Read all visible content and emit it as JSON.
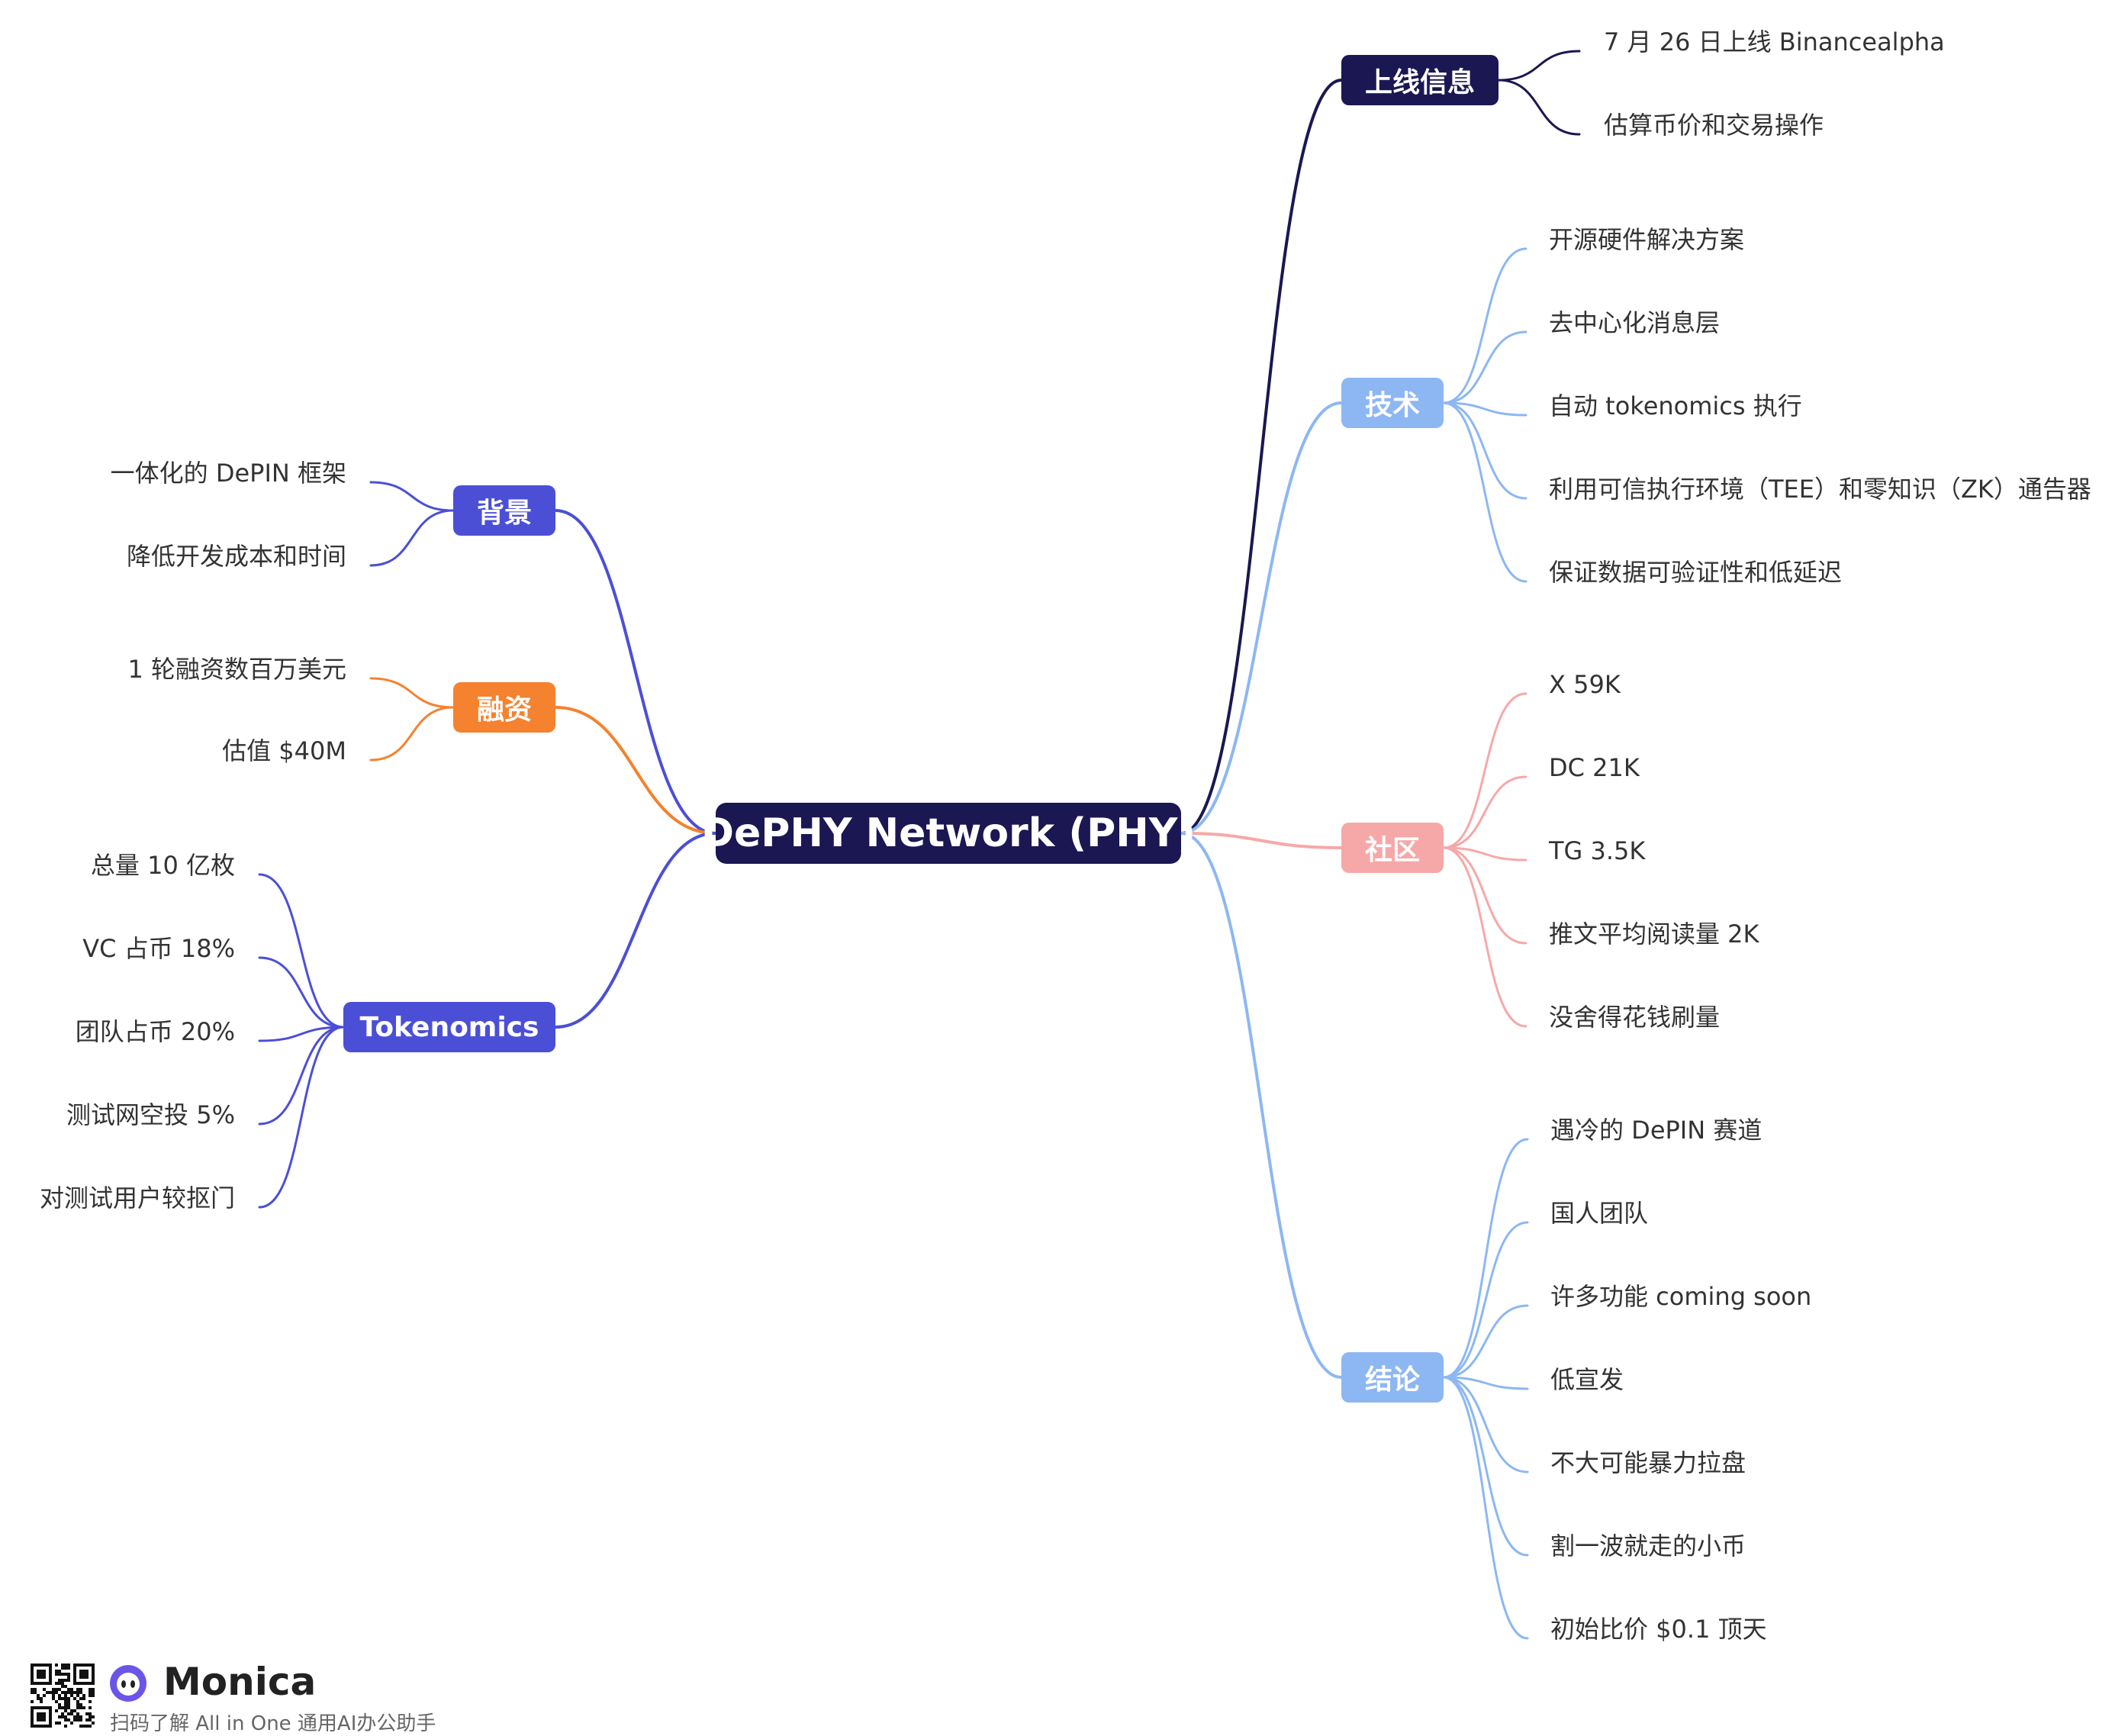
{
  "mindmap": {
    "root": {
      "label": "DePHY Network (PHY)",
      "color": "#1a1752"
    },
    "branches": [
      {
        "id": "launch",
        "label": "上线信息",
        "side": "right",
        "color": "#1a1752",
        "children": [
          "7 月 26 日上线 Binancealpha",
          "估算币价和交易操作"
        ]
      },
      {
        "id": "tech",
        "label": "技术",
        "side": "right",
        "color": "#8db7f3",
        "children": [
          "开源硬件解决方案",
          "去中心化消息层",
          "自动 tokenomics 执行",
          "利用可信执行环境（TEE）和零知识（ZK）通告器",
          "保证数据可验证性和低延迟"
        ]
      },
      {
        "id": "community",
        "label": "社区",
        "side": "right",
        "color": "#f6a8a8",
        "children": [
          "X 59K",
          "DC 21K",
          "TG 3.5K",
          "推文平均阅读量 2K",
          "没舍得花钱刷量"
        ]
      },
      {
        "id": "conclusion",
        "label": "结论",
        "side": "right",
        "color": "#8db7f3",
        "children": [
          "遇冷的 DePIN 赛道",
          "国人团队",
          "许多功能 coming soon",
          "低宣发",
          "不大可能暴力拉盘",
          "割一波就走的小币",
          "初始比价 $0.1 顶天"
        ]
      },
      {
        "id": "background",
        "label": "背景",
        "side": "left",
        "color": "#4b4fd6",
        "children": [
          "一体化的 DePIN 框架",
          "降低开发成本和时间"
        ]
      },
      {
        "id": "funding",
        "label": "融资",
        "side": "left",
        "color": "#f4822e",
        "children": [
          "1 轮融资数百万美元",
          "估值 $40M"
        ]
      },
      {
        "id": "tokenomics",
        "label": "Tokenomics",
        "side": "left",
        "color": "#4b4fd6",
        "children": [
          "总量 10 亿枚",
          "VC 占币 18%",
          "团队占币 20%",
          "测试网空投 5%",
          "对测试用户较抠门"
        ]
      }
    ]
  },
  "footer": {
    "brand": "Monica",
    "slogan": "扫码了解 All in One 通用AI办公助手",
    "qr_icon": "qr-code-icon",
    "logo_icon": "monica-logo-icon",
    "logo_color": "#6a55e8"
  }
}
